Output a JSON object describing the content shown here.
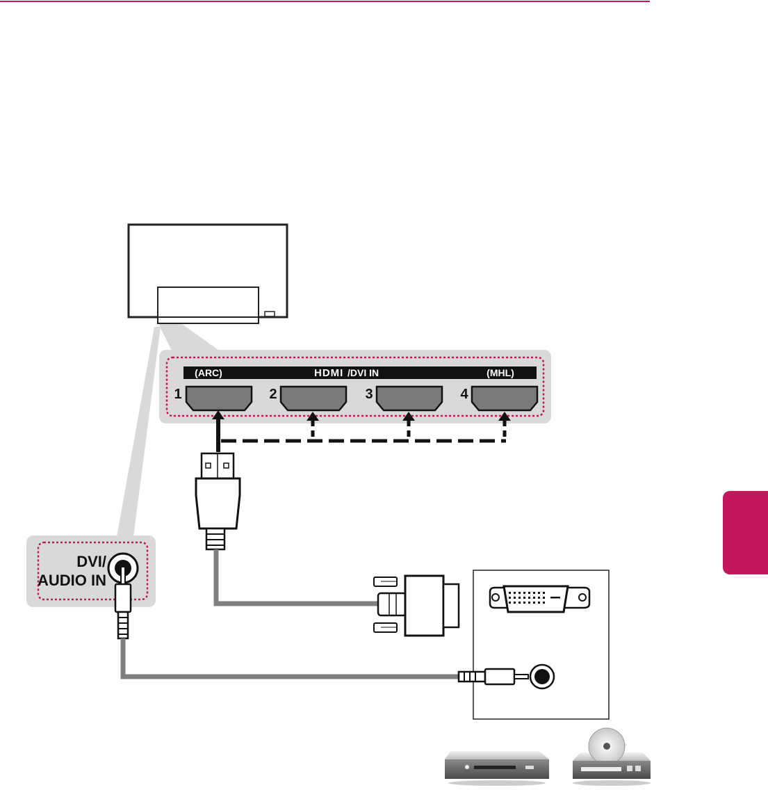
{
  "colors": {
    "accent": "#c2185b",
    "callout_bg": "#d9d9d9",
    "port_fill": "#7a7a7a",
    "cable_gray": "#7f7f7f",
    "dotted_outline": "#c2185b"
  },
  "hdmi_panel": {
    "header_left": "(ARC)",
    "header_logo": "HDMI",
    "header_title": "/DVI IN",
    "header_right": "(MHL)",
    "ports": [
      {
        "number": "1"
      },
      {
        "number": "2"
      },
      {
        "number": "3"
      },
      {
        "number": "4"
      }
    ]
  },
  "audio_panel": {
    "line1": "DVI/",
    "line2": "AUDIO IN"
  },
  "icons": [
    "tv-monitor-icon",
    "hdmi-plug-icon",
    "dvi-plug-icon",
    "audio-jack-icon",
    "dvd-player-icon",
    "disc-player-icon"
  ]
}
